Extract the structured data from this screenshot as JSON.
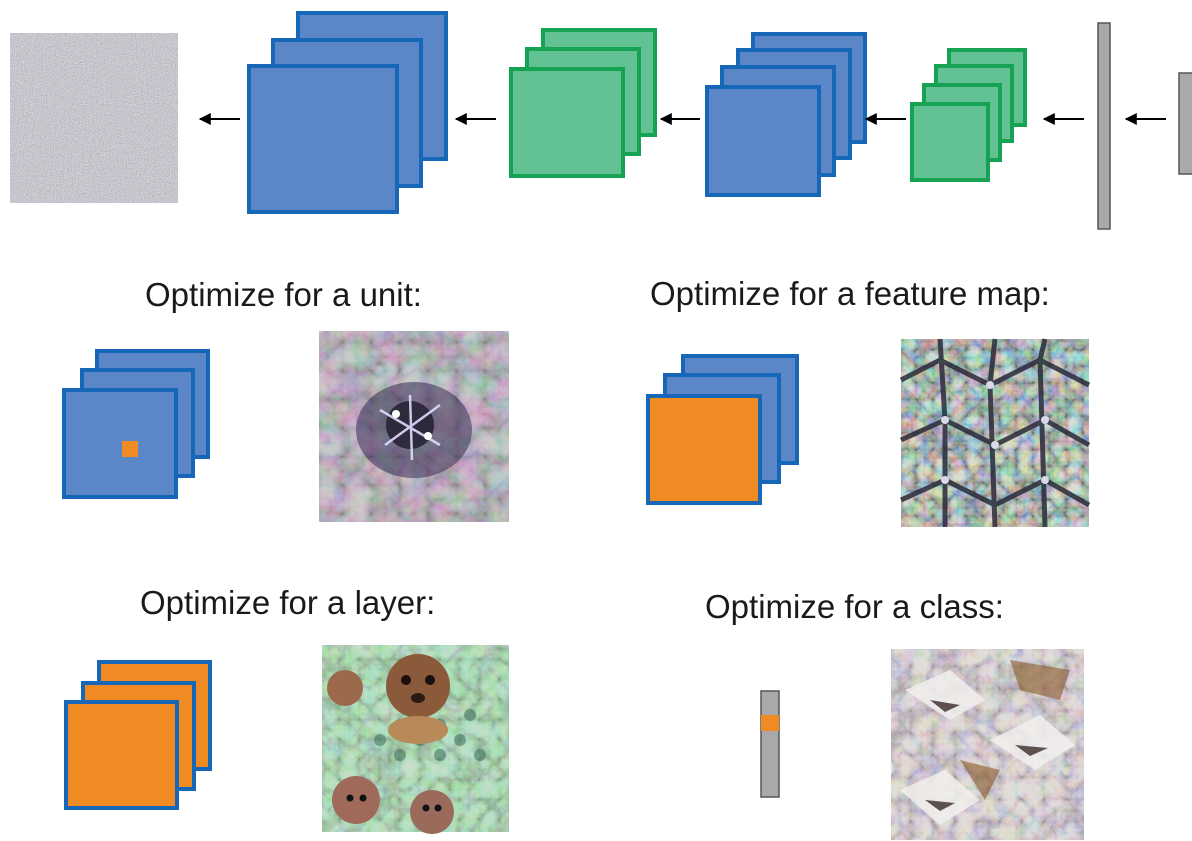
{
  "colors": {
    "blue_fill": "#5b87c8",
    "blue_stroke": "#1767b8",
    "green_fill": "#62c192",
    "green_stroke": "#16a253",
    "orange_fill": "#f08a22",
    "gray_fill": "#a9a9a9",
    "gray_stroke": "#555555",
    "arrow": "#000000"
  },
  "network": {
    "input_image": "noise-image",
    "direction": "right-to-left",
    "stages": [
      "noise-image",
      "conv-block-blue",
      "conv-block-green",
      "conv-block-blue",
      "conv-block-green",
      "dense-vector",
      "dense-vector"
    ]
  },
  "panels": [
    {
      "caption": "Optimize for a unit:",
      "highlight": "single unit",
      "result_image": "unit-visualization"
    },
    {
      "caption": "Optimize for a feature map:",
      "highlight": "whole channel",
      "result_image": "feature-map-visualization"
    },
    {
      "caption": "Optimize for a layer:",
      "highlight": "all channels",
      "result_image": "layer-visualization"
    },
    {
      "caption": "Optimize for a class:",
      "highlight": "class logit",
      "result_image": "class-visualization"
    }
  ]
}
